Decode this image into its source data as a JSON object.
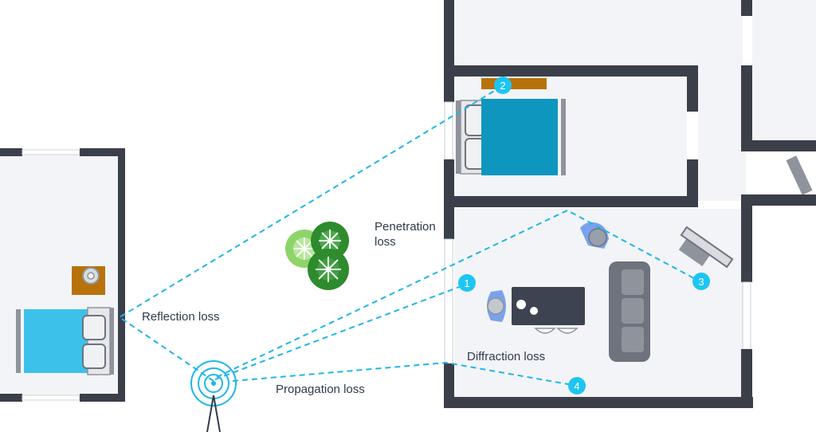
{
  "labels": {
    "reflection": "Reflection loss",
    "penetration_line1": "Penetration",
    "penetration_line2": "loss",
    "diffraction": "Diffraction loss",
    "propagation": "Propagation loss"
  },
  "markers": [
    "1",
    "2",
    "3",
    "4"
  ],
  "colors": {
    "wall": "#3b3f49",
    "floor": "#f3f4f7",
    "ray": "#1eb6e8",
    "marker": "#1ec5f2",
    "bed_light": "#3cc2ea",
    "bed_dark": "#0f96bf",
    "furniture_gray": "#6e737d",
    "wood": "#b7720b",
    "tree_dark": "#2e8b2e",
    "tree_light": "#8fd46a"
  }
}
